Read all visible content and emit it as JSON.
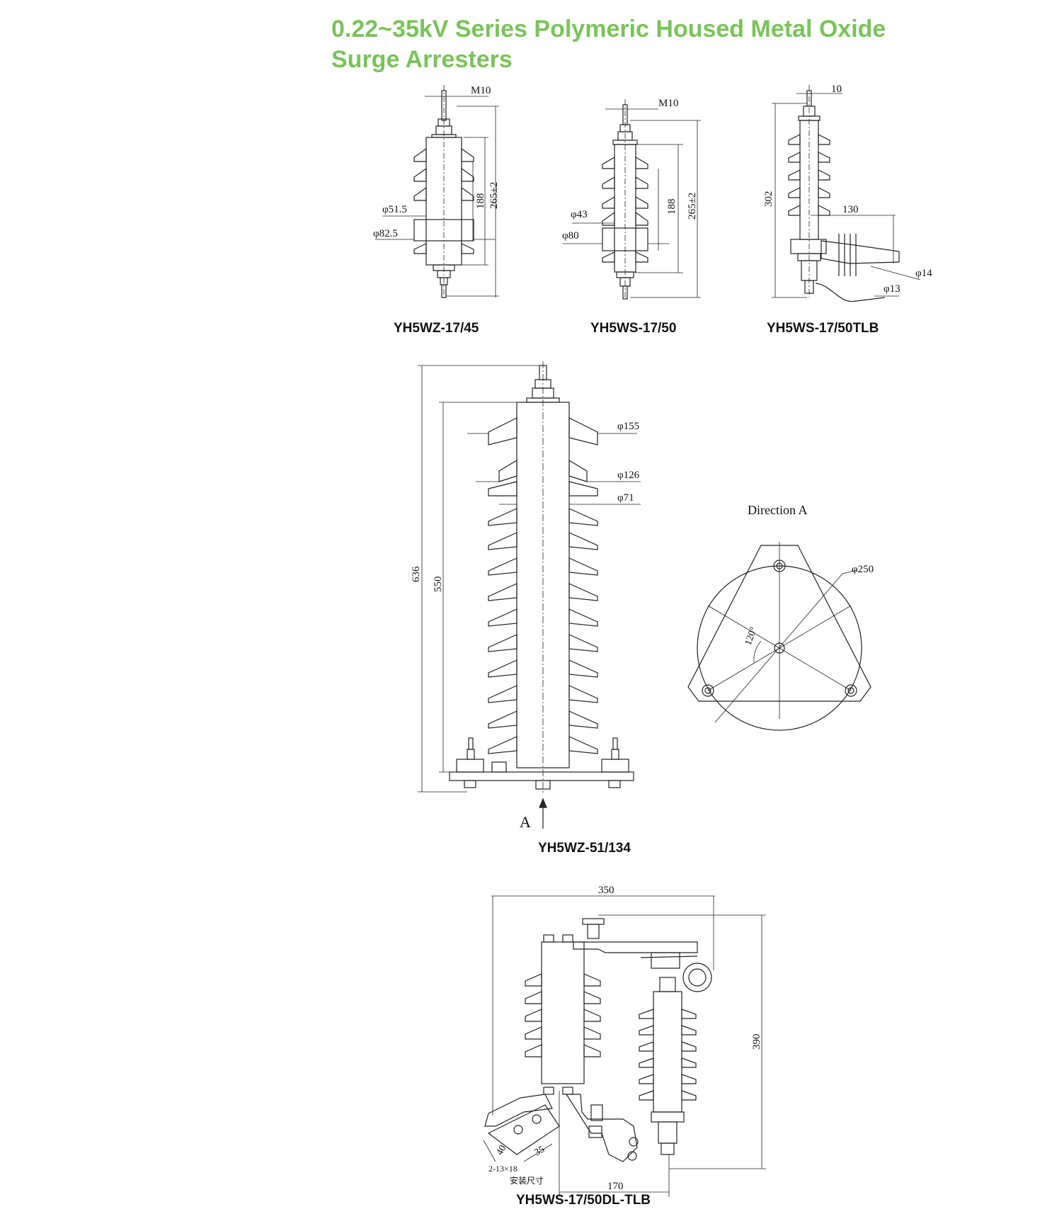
{
  "header": {
    "title_line1": "0.22~35kV Series Polymeric Housed Metal Oxide",
    "title_line2": "Surge Arresters"
  },
  "colors": {
    "title": "#7ac35a",
    "line": "#222222"
  },
  "models": {
    "m1": {
      "caption": "YH5WZ-17/45",
      "dims": {
        "top": "M10",
        "total": "265±2",
        "body": "188",
        "d1": "φ51.5",
        "d2": "φ82.5"
      }
    },
    "m2": {
      "caption": "YH5WS-17/50",
      "dims": {
        "top": "M10",
        "total": "265±2",
        "body": "188",
        "d1": "φ43",
        "d2": "φ80"
      }
    },
    "m3": {
      "caption": "YH5WS-17/50TLB",
      "dims": {
        "top": "10",
        "height": "302",
        "bracket": "130",
        "hole1": "φ14",
        "hole2": "φ13"
      }
    },
    "m4": {
      "caption": "YH5WZ-51/134",
      "dims": {
        "total": "636",
        "body": "550",
        "d1": "φ155",
        "d2": "φ126",
        "d3": "φ71",
        "arrow": "A"
      }
    },
    "m4b": {
      "label": "Direction A",
      "dims": {
        "d": "φ250",
        "angle": "120°"
      }
    },
    "m5": {
      "caption": "YH5WS-17/50DL-TLB",
      "dims": {
        "width": "350",
        "height": "390",
        "bottom": "170",
        "a": "40",
        "b": "35",
        "holes": "2-13×18",
        "note": "安装尺寸"
      }
    }
  }
}
